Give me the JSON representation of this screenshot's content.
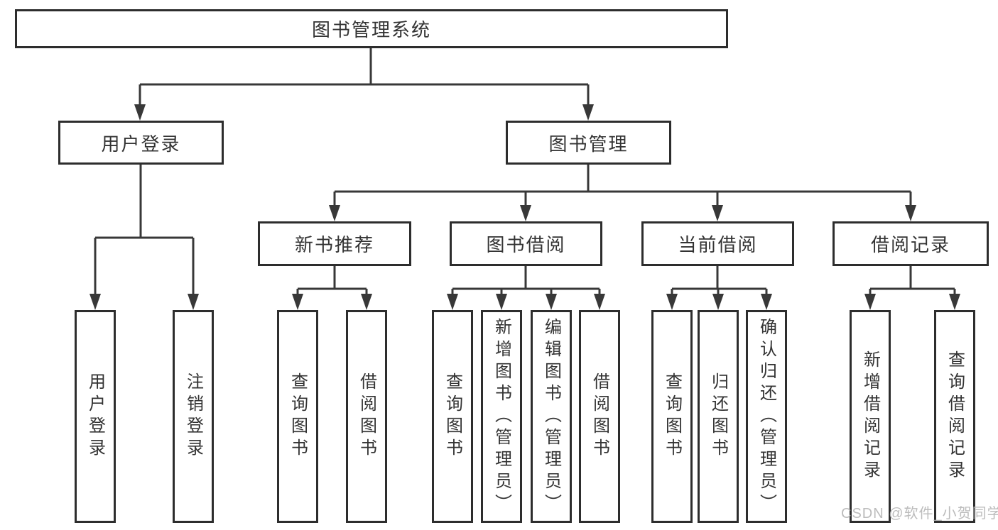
{
  "tree": {
    "label": "图书管理系统",
    "children": [
      {
        "label": "用户登录",
        "children": [
          {
            "label": "用户登录"
          },
          {
            "label": "注销登录"
          }
        ]
      },
      {
        "label": "图书管理",
        "children": [
          {
            "label": "新书推荐",
            "children": [
              {
                "label": "查询图书"
              },
              {
                "label": "借阅图书"
              }
            ]
          },
          {
            "label": "图书借阅",
            "children": [
              {
                "label": "查询图书"
              },
              {
                "label": "新增图书（管理员）"
              },
              {
                "label": "编辑图书（管理员）"
              },
              {
                "label": "借阅图书"
              }
            ]
          },
          {
            "label": "当前借阅",
            "children": [
              {
                "label": "查询图书"
              },
              {
                "label": "归还图书"
              },
              {
                "label": "确认归还（管理员）"
              }
            ]
          },
          {
            "label": "借阅记录",
            "children": [
              {
                "label": "新增借阅记录"
              },
              {
                "label": "查询借阅记录"
              }
            ]
          }
        ]
      }
    ]
  },
  "watermark": {
    "text": "CSDN @软件_小贺同学"
  },
  "colors": {
    "box_border": "#2d2d2d",
    "connector_line": "#383838",
    "text": "#333333",
    "watermark": "#b6b6b6",
    "background": "#ffffff"
  }
}
